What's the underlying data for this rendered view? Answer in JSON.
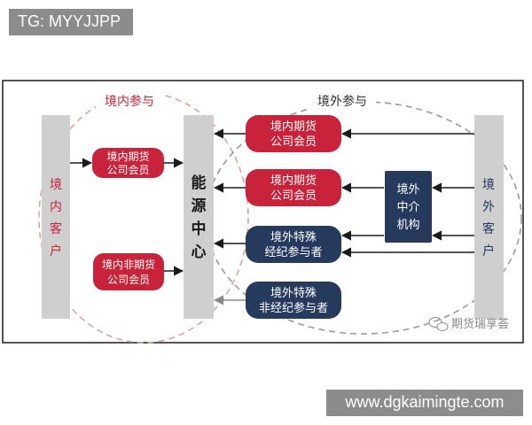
{
  "top_label": "TG: MYYJJPP",
  "bottom_label": "www.dgkaimingte.com",
  "diagram": {
    "domestic_participation": "境内参与",
    "foreign_participation": "境外参与",
    "domestic_client": [
      "境",
      "内",
      "客",
      "户"
    ],
    "energy_center": [
      "能",
      "源",
      "中",
      "心"
    ],
    "foreign_client": [
      "境",
      "外",
      "客",
      "户"
    ],
    "domestic_futures_member_left": [
      "境内期货",
      "公司会员"
    ],
    "domestic_non_futures_member": [
      "境内非期货",
      "公司会员"
    ],
    "domestic_futures_member_1": [
      "境内期货",
      "公司会员"
    ],
    "domestic_futures_member_2": [
      "境内期货",
      "公司会员"
    ],
    "special_broker": [
      "境外特殊",
      "经纪参与者"
    ],
    "special_non_broker": [
      "境外特殊",
      "非经纪参与者"
    ],
    "foreign_intermediary": [
      "境外",
      "中介",
      "机构"
    ],
    "watermark": "期货瑞享荟"
  },
  "colors": {
    "red": "#c8233a",
    "navy": "#263a5e",
    "gray_bar": "#cfcfcf",
    "dashed_red": "#e2a0a0",
    "dashed_gray": "#9a9a9a"
  }
}
